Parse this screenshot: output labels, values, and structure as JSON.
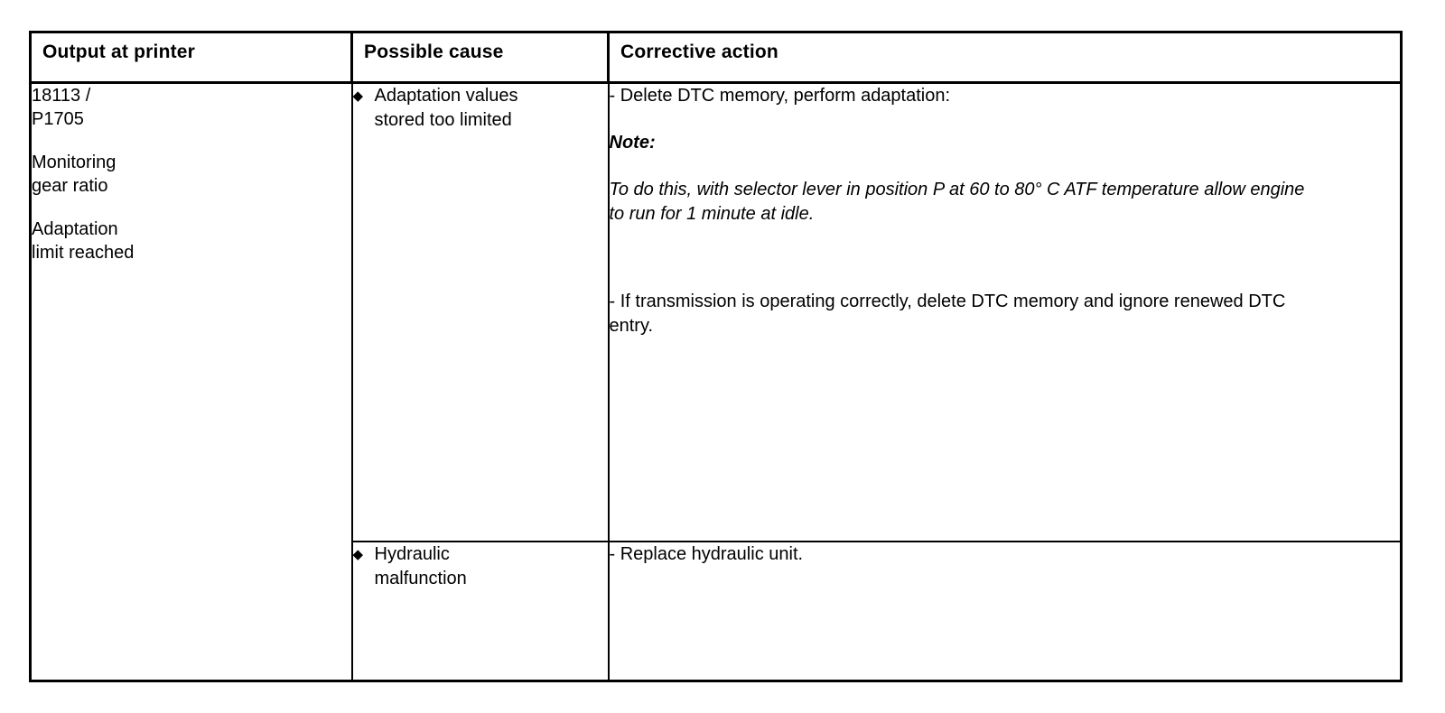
{
  "table": {
    "headers": [
      "Output at printer",
      "Possible cause",
      "Corrective action"
    ],
    "output_cell": {
      "code_line1": "18113 /",
      "code_line2": "P1705",
      "desc_line1": "Monitoring",
      "desc_line2": "gear ratio",
      "status_line1": "Adaptation",
      "status_line2": "limit reached"
    },
    "rows": [
      {
        "cause": {
          "bullet": "◆",
          "line1": "Adaptation values",
          "line2": "stored too limited"
        },
        "action": {
          "lead": "- Delete DTC memory, perform adaptation:",
          "note_label": "Note:",
          "note_body": "To do this, with selector lever in position P at 60 to 80° C ATF temperature  allow engine to run for 1 minute at idle.",
          "tail": "- If transmission is operating correctly, delete DTC memory and ignore renewed DTC entry."
        }
      },
      {
        "cause": {
          "bullet": "◆",
          "line1": "Hydraulic",
          "line2": "malfunction"
        },
        "action": {
          "lead": "- Replace hydraulic unit."
        }
      }
    ]
  }
}
